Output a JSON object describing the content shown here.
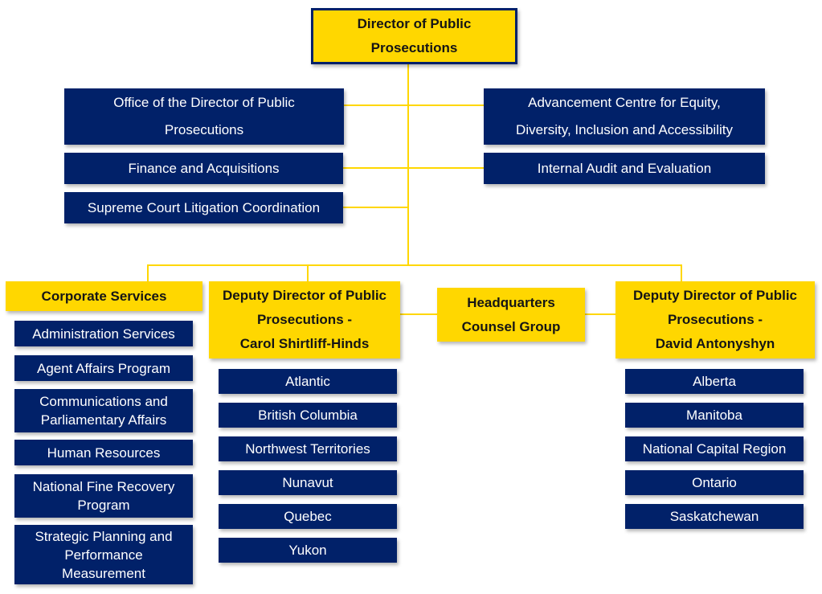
{
  "palette": {
    "navy": "#012169",
    "yellow": "#FFD700",
    "line_color": "#FFD700",
    "text_on_navy": "#FFFFFF",
    "text_on_yellow": "#151515",
    "background": "#FFFFFF"
  },
  "org_chart": {
    "director": {
      "label": "Director of Public Prosecutions",
      "lines": [
        "Director of Public",
        "Prosecutions"
      ]
    },
    "advisory_left": [
      {
        "label": "Office of the Director of Public Prosecutions",
        "lines": [
          "Office of the Director of Public",
          "Prosecutions"
        ]
      },
      {
        "label": "Finance and Acquisitions",
        "lines": [
          "Finance and Acquisitions"
        ]
      },
      {
        "label": "Supreme Court Litigation Coordination",
        "lines": [
          "Supreme Court Litigation Coordination"
        ]
      }
    ],
    "advisory_right": [
      {
        "label": "Advancement Centre for Equity, Diversity, Inclusion and Accessibility",
        "lines": [
          "Advancement Centre for Equity,",
          "Diversity, Inclusion and Accessibility"
        ]
      },
      {
        "label": "Internal Audit and Evaluation",
        "lines": [
          "Internal Audit and Evaluation"
        ]
      }
    ],
    "corporate_services": {
      "header": {
        "label": "Corporate Services",
        "lines": [
          "Corporate Services"
        ]
      },
      "children": [
        {
          "lines": [
            "Administration Services"
          ]
        },
        {
          "lines": [
            "Agent Affairs Program"
          ]
        },
        {
          "lines": [
            "Communications and",
            "Parliamentary Affairs"
          ]
        },
        {
          "lines": [
            "Human Resources"
          ]
        },
        {
          "lines": [
            "National Fine Recovery",
            "Program"
          ]
        },
        {
          "lines": [
            "Strategic Planning and",
            "Performance",
            "Measurement"
          ]
        }
      ]
    },
    "deputy_carol": {
      "header": {
        "label": "Deputy Director of Public Prosecutions - Carol Shirtliff-Hinds",
        "lines": [
          "Deputy Director of Public",
          "Prosecutions -",
          "Carol Shirtliff-Hinds"
        ]
      },
      "children": [
        {
          "lines": [
            "Atlantic"
          ]
        },
        {
          "lines": [
            "British Columbia"
          ]
        },
        {
          "lines": [
            "Northwest Territories"
          ]
        },
        {
          "lines": [
            "Nunavut"
          ]
        },
        {
          "lines": [
            "Quebec"
          ]
        },
        {
          "lines": [
            "Yukon"
          ]
        }
      ]
    },
    "headquarters_counsel_group": {
      "header": {
        "label": "Headquarters Counsel Group",
        "lines": [
          "Headquarters",
          "Counsel Group"
        ]
      }
    },
    "deputy_david": {
      "header": {
        "label": "Deputy Director of Public Prosecutions - David Antonyshyn",
        "lines": [
          "Deputy Director of Public",
          "Prosecutions -",
          "David Antonyshyn"
        ]
      },
      "children": [
        {
          "lines": [
            "Alberta"
          ]
        },
        {
          "lines": [
            "Manitoba"
          ]
        },
        {
          "lines": [
            "National Capital Region"
          ]
        },
        {
          "lines": [
            "Ontario"
          ]
        },
        {
          "lines": [
            "Saskatchewan"
          ]
        }
      ]
    }
  }
}
